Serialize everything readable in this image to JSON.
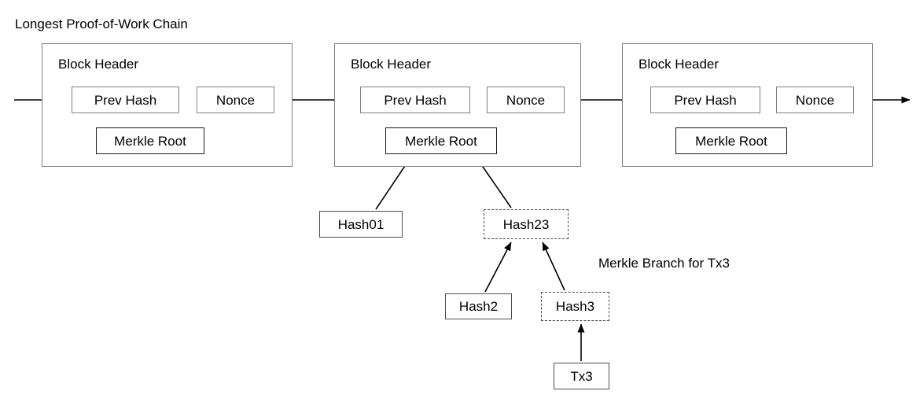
{
  "figure": {
    "title": "Longest Proof-of-Work Chain",
    "annotation": "Merkle Branch for Tx3"
  },
  "blocks": [
    {
      "header_label": "Block Header",
      "prev_hash_label": "Prev Hash",
      "nonce_label": "Nonce",
      "merkle_root_label": "Merkle Root"
    },
    {
      "header_label": "Block Header",
      "prev_hash_label": "Prev Hash",
      "nonce_label": "Nonce",
      "merkle_root_label": "Merkle Root"
    },
    {
      "header_label": "Block Header",
      "prev_hash_label": "Prev Hash",
      "nonce_label": "Nonce",
      "merkle_root_label": "Merkle Root"
    }
  ],
  "merkle_nodes": [
    {
      "id": "hash01",
      "label": "Hash01",
      "style": "solid"
    },
    {
      "id": "hash23",
      "label": "Hash23",
      "style": "dashed"
    },
    {
      "id": "hash2",
      "label": "Hash2",
      "style": "solid"
    },
    {
      "id": "hash3",
      "label": "Hash3",
      "style": "dashed"
    },
    {
      "id": "tx3",
      "label": "Tx3",
      "style": "solid"
    }
  ],
  "colors": {
    "background": "#ffffff",
    "stroke": "#000000",
    "block_border": "#808080",
    "leaf_border": "#4d4d4d",
    "text": "#000000"
  }
}
